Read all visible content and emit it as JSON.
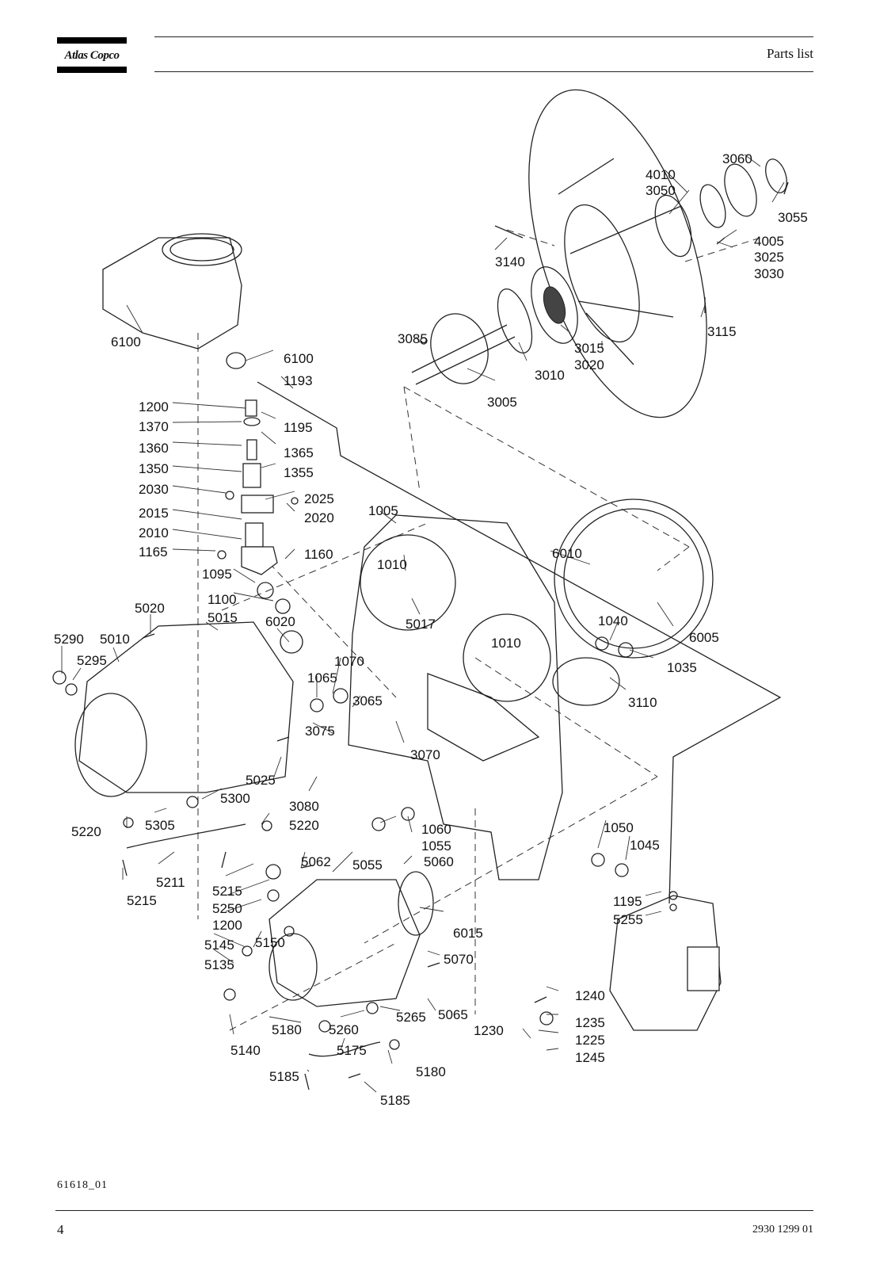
{
  "header": {
    "brand": "Atlas Copco",
    "title": "Parts list"
  },
  "figure": {
    "id": "61618_01",
    "callouts": [
      "3060",
      "4010",
      "3050",
      "3055",
      "4005",
      "3025",
      "3030",
      "3140",
      "3115",
      "3085",
      "3015",
      "3020",
      "3010",
      "3005",
      "6100",
      "6100",
      "1193",
      "1200",
      "1195",
      "1370",
      "1365",
      "1360",
      "1355",
      "1350",
      "2025",
      "2030",
      "2020",
      "2015",
      "1005",
      "2010",
      "1165",
      "1160",
      "1010",
      "6010",
      "1095",
      "1100",
      "5020",
      "5015",
      "6020",
      "5017",
      "1040",
      "6005",
      "5290",
      "5010",
      "1010",
      "1035",
      "5295",
      "1070",
      "1065",
      "3065",
      "3110",
      "3075",
      "3070",
      "5025",
      "5300",
      "3080",
      "5220",
      "5305",
      "5220",
      "1060",
      "1055",
      "1050",
      "1045",
      "5062",
      "5055",
      "5060",
      "5211",
      "5215",
      "5215",
      "5250",
      "1195",
      "1200",
      "5255",
      "6015",
      "5145",
      "5150",
      "5135",
      "5070",
      "1240",
      "5265",
      "5065",
      "5180",
      "5260",
      "1235",
      "1230",
      "5140",
      "5175",
      "1225",
      "1245",
      "5180",
      "5185",
      "5185"
    ]
  },
  "footer": {
    "page_number": "4",
    "document_number": "2930 1299 01"
  }
}
